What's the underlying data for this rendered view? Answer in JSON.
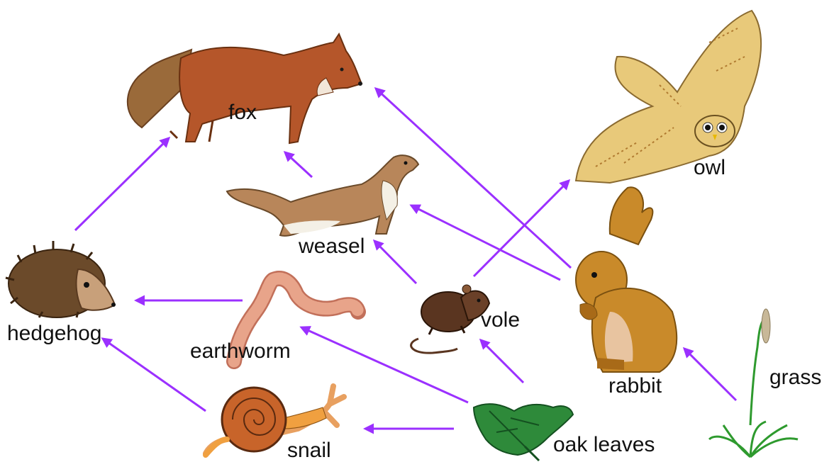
{
  "organisms": {
    "fox": "fox",
    "owl": "owl",
    "weasel": "weasel",
    "hedgehog": "hedgehog",
    "earthworm": "earthworm",
    "vole": "vole",
    "rabbit": "rabbit",
    "grass": "grass",
    "snail": "snail",
    "oak_leaves": "oak leaves"
  },
  "links": [
    {
      "from": "hedgehog",
      "to": "fox"
    },
    {
      "from": "weasel",
      "to": "fox"
    },
    {
      "from": "rabbit",
      "to": "fox"
    },
    {
      "from": "vole",
      "to": "owl"
    },
    {
      "from": "rabbit",
      "to": "weasel"
    },
    {
      "from": "vole",
      "to": "weasel"
    },
    {
      "from": "earthworm",
      "to": "hedgehog"
    },
    {
      "from": "snail",
      "to": "hedgehog"
    },
    {
      "from": "oak_leaves",
      "to": "earthworm"
    },
    {
      "from": "oak_leaves",
      "to": "vole"
    },
    {
      "from": "oak_leaves",
      "to": "snail"
    },
    {
      "from": "grass",
      "to": "rabbit"
    }
  ],
  "colors": {
    "arrow": "#9b30ff",
    "fox": "#b5562a",
    "owl": "#e8c97a",
    "weasel": "#b8865a",
    "hedgehog": "#6b4a2a",
    "earthworm": "#e8a48a",
    "vole": "#5a3520",
    "rabbit": "#c98a2a",
    "grass": "#2e9a2e",
    "snail": "#c8642a",
    "oak_leaves": "#2e8a3a"
  }
}
